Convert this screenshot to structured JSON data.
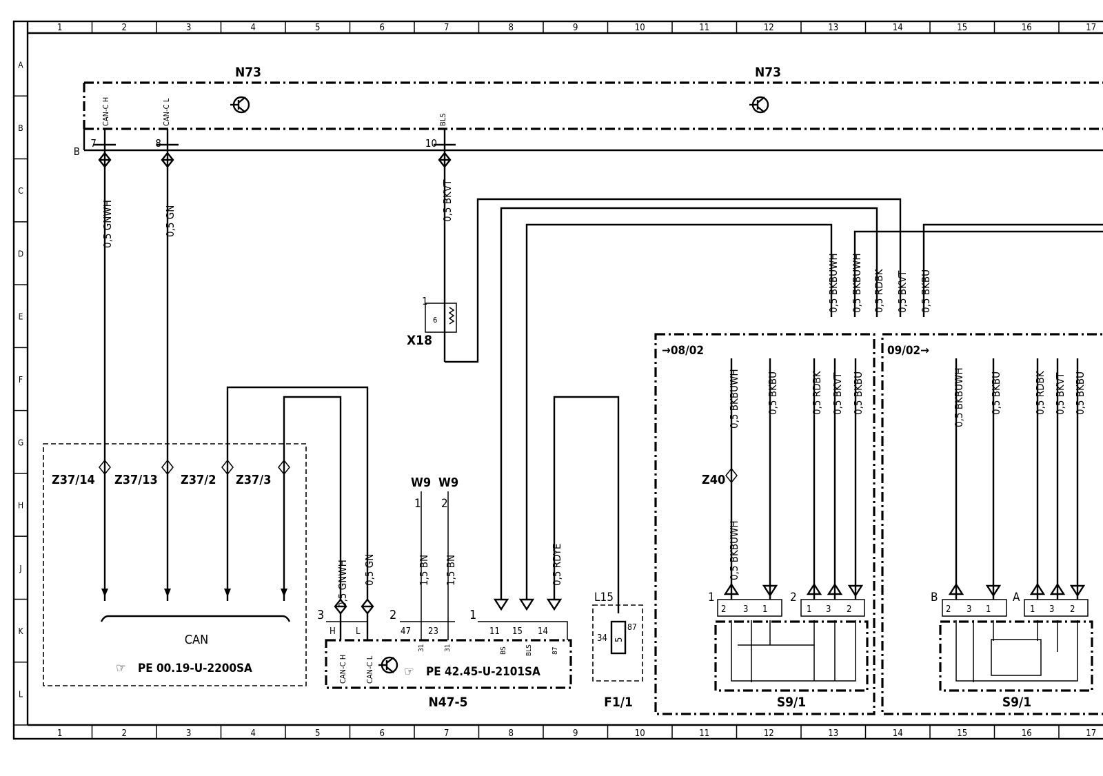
{
  "grid": {
    "columns": [
      "1",
      "2",
      "3",
      "4",
      "5",
      "6",
      "7",
      "8",
      "9",
      "10",
      "11",
      "12",
      "13",
      "14",
      "15",
      "16",
      "17"
    ],
    "rows": [
      "A",
      "B",
      "C",
      "D",
      "E",
      "F",
      "G",
      "H",
      "J",
      "K",
      "L"
    ]
  },
  "components": {
    "n73_left": "N73",
    "n73_right": "N73",
    "n47": "N47-5",
    "f1": "F1/1",
    "l15": "L15",
    "x18": "X18",
    "z40": "Z40",
    "s9_left": "S9/1",
    "s9_right": "S9/1",
    "can_bus": "CAN",
    "w9_a": "W9",
    "w9_b": "W9",
    "z37_14": "Z37/14",
    "z37_13": "Z37/13",
    "z37_2": "Z37/2",
    "z37_3": "Z37/3"
  },
  "references": {
    "can_ref": "PE 00.19-U-2200SA",
    "n47_ref": "PE 42.45-U-2101SA",
    "ref_08": "08/02",
    "ref_09": "09/02"
  },
  "n73_pins": {
    "can_h": "CAN-C H",
    "can_l": "CAN-C L",
    "bls": "BLS",
    "p7": "7",
    "p8": "8",
    "p10": "10",
    "b": "B"
  },
  "wires": {
    "w_canh": "0,5 GNWH",
    "w_canl": "0,5 GN",
    "w_bls": "0,5 BKVT",
    "w_top1": "0,5 BKBUWH",
    "w_top2": "0,5 BKBUWH",
    "w_top3": "0,5 RDBK",
    "w_top4": "0,5 BKVT",
    "w_top5": "0,5 BKBU",
    "w_s1a": "0,5 BKBUWH",
    "w_s1b": "0,5 BKBUWH",
    "w_s2": "0,5 BKBU",
    "w_s3": "0,5 RDBK",
    "w_s4": "0,5 BKVT",
    "w_s5": "0,5 BKBU",
    "w_r1": "0,5 BKBUWH",
    "w_r2": "0,5 BKBU",
    "w_r3": "0,5 RDBK",
    "w_r4": "0,5 BKVT",
    "w_r5": "0,5 BKBU",
    "w_n47a": "0,5 GNWH",
    "w_n47b": "0,5 GN",
    "w_w9a": "1,5 BN",
    "w_w9b": "1,5 BN",
    "w_rdye": "0,5 RDYE"
  },
  "n47_pins": {
    "conn3": "3",
    "conn2": "2",
    "conn1": "1",
    "h": "H",
    "l": "L",
    "p47": "47",
    "p23": "23",
    "p11": "11",
    "p15": "15",
    "p14": "14",
    "can_h": "CAN-C H",
    "can_l": "CAN-C L",
    "p31a": "31",
    "p31b": "31",
    "bs": "BS",
    "bls": "BLS",
    "p87": "87",
    "w9_1": "1",
    "w9_2": "2"
  },
  "f1_pins": {
    "p34": "34",
    "p5": "5",
    "p87": "87"
  },
  "x18_pins": {
    "p1": "1",
    "p6": "6"
  },
  "s9_pins": {
    "c1": "1",
    "c2": "2",
    "a2": "2",
    "a3": "3",
    "a1": "1",
    "b1": "1",
    "b3": "3",
    "b2": "2",
    "rb": "B",
    "ra": "A",
    "r2": "2",
    "r3": "3",
    "r1": "1",
    "r1b": "1",
    "r3b": "3",
    "r2b": "2"
  }
}
